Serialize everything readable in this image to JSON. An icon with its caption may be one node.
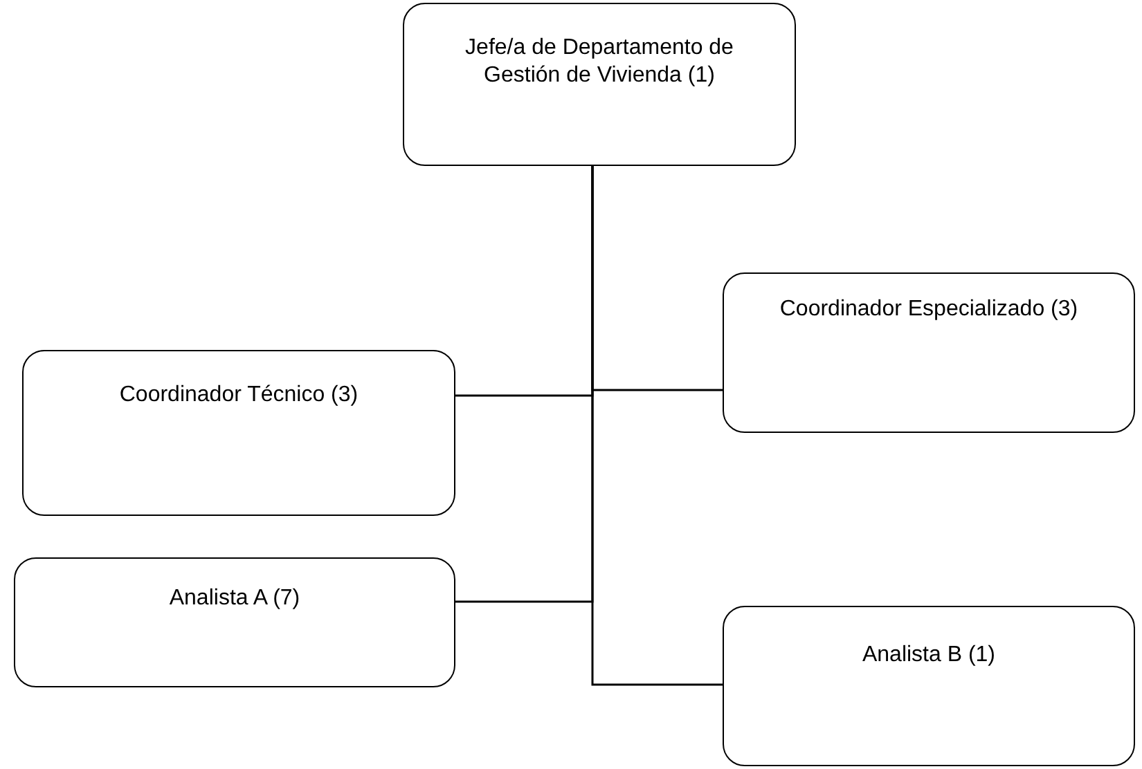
{
  "diagram": {
    "nodes": [
      {
        "text": [
          "Jefe/a de Departamento de Gestión de Vivienda (1)"
        ]
      },
      {
        "text": [
          "Coordinador Especializado (3)"
        ]
      },
      {
        "text": [
          "Coordinador Técnico (3)"
        ]
      },
      {
        "text": [
          "Analista A (7)"
        ]
      },
      {
        "text": [
          "Analista B (1)"
        ]
      }
    ],
    "edges": [
      {
        "from": 0,
        "to": 1,
        "arrow": "none"
      },
      {
        "from": 0,
        "to": 2,
        "arrow": "none"
      },
      {
        "from": 0,
        "to": 3,
        "arrow": "none"
      },
      {
        "from": 0,
        "to": 4,
        "arrow": "none"
      }
    ]
  }
}
